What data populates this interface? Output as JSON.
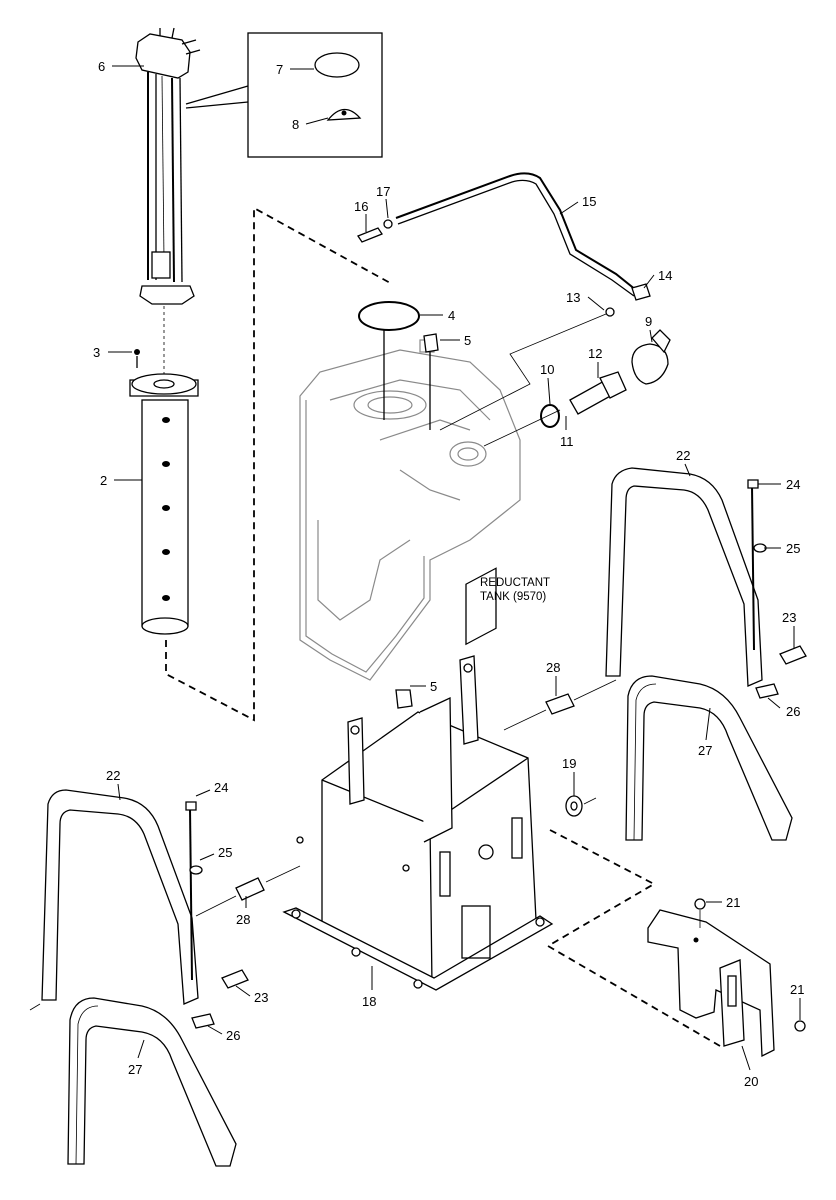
{
  "diagram": {
    "tank_label_line1": "REDUCTANT",
    "tank_label_line2": "TANK (9570)",
    "callouts": [
      {
        "id": "c6",
        "text": "6"
      },
      {
        "id": "c7",
        "text": "7"
      },
      {
        "id": "c8",
        "text": "8"
      },
      {
        "id": "c16",
        "text": "16"
      },
      {
        "id": "c17",
        "text": "17"
      },
      {
        "id": "c15",
        "text": "15"
      },
      {
        "id": "c14",
        "text": "14"
      },
      {
        "id": "c13",
        "text": "13"
      },
      {
        "id": "c4",
        "text": "4"
      },
      {
        "id": "c9",
        "text": "9"
      },
      {
        "id": "c3",
        "text": "3"
      },
      {
        "id": "c5a",
        "text": "5"
      },
      {
        "id": "c12",
        "text": "12"
      },
      {
        "id": "c10",
        "text": "10"
      },
      {
        "id": "c11",
        "text": "11"
      },
      {
        "id": "c2",
        "text": "2"
      },
      {
        "id": "c22a",
        "text": "22"
      },
      {
        "id": "c24a",
        "text": "24"
      },
      {
        "id": "c25a",
        "text": "25"
      },
      {
        "id": "c23a",
        "text": "23"
      },
      {
        "id": "c28a",
        "text": "28"
      },
      {
        "id": "c5b",
        "text": "5"
      },
      {
        "id": "c26a",
        "text": "26"
      },
      {
        "id": "c27a",
        "text": "27"
      },
      {
        "id": "c19",
        "text": "19"
      },
      {
        "id": "c22b",
        "text": "22"
      },
      {
        "id": "c24b",
        "text": "24"
      },
      {
        "id": "c25b",
        "text": "25"
      },
      {
        "id": "c28b",
        "text": "28"
      },
      {
        "id": "c21a",
        "text": "21"
      },
      {
        "id": "c21b",
        "text": "21"
      },
      {
        "id": "c23b",
        "text": "23"
      },
      {
        "id": "c18",
        "text": "18"
      },
      {
        "id": "c26b",
        "text": "26"
      },
      {
        "id": "c20",
        "text": "20"
      },
      {
        "id": "c27b",
        "text": "27"
      }
    ]
  }
}
